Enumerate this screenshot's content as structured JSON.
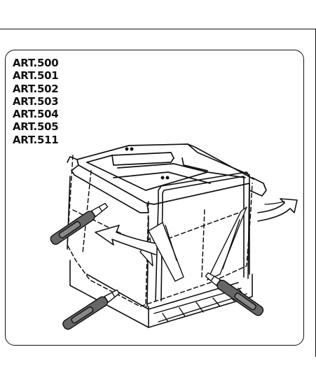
{
  "instruction_sheet": {
    "article_codes": [
      "ART.500",
      "ART.501",
      "ART.502",
      "ART.503",
      "ART.504",
      "ART.505",
      "ART.511"
    ],
    "illustration": {
      "subject": "pull-out bin frame with two inner bins",
      "tools": [
        "utility-knife-icon",
        "utility-knife-icon",
        "utility-knife-icon"
      ],
      "arrows": [
        "curved-arrow-icon",
        "curved-arrow-icon"
      ]
    },
    "colors": {
      "line": "#111111",
      "knife_body": "#666666",
      "background": "#ffffff"
    }
  }
}
